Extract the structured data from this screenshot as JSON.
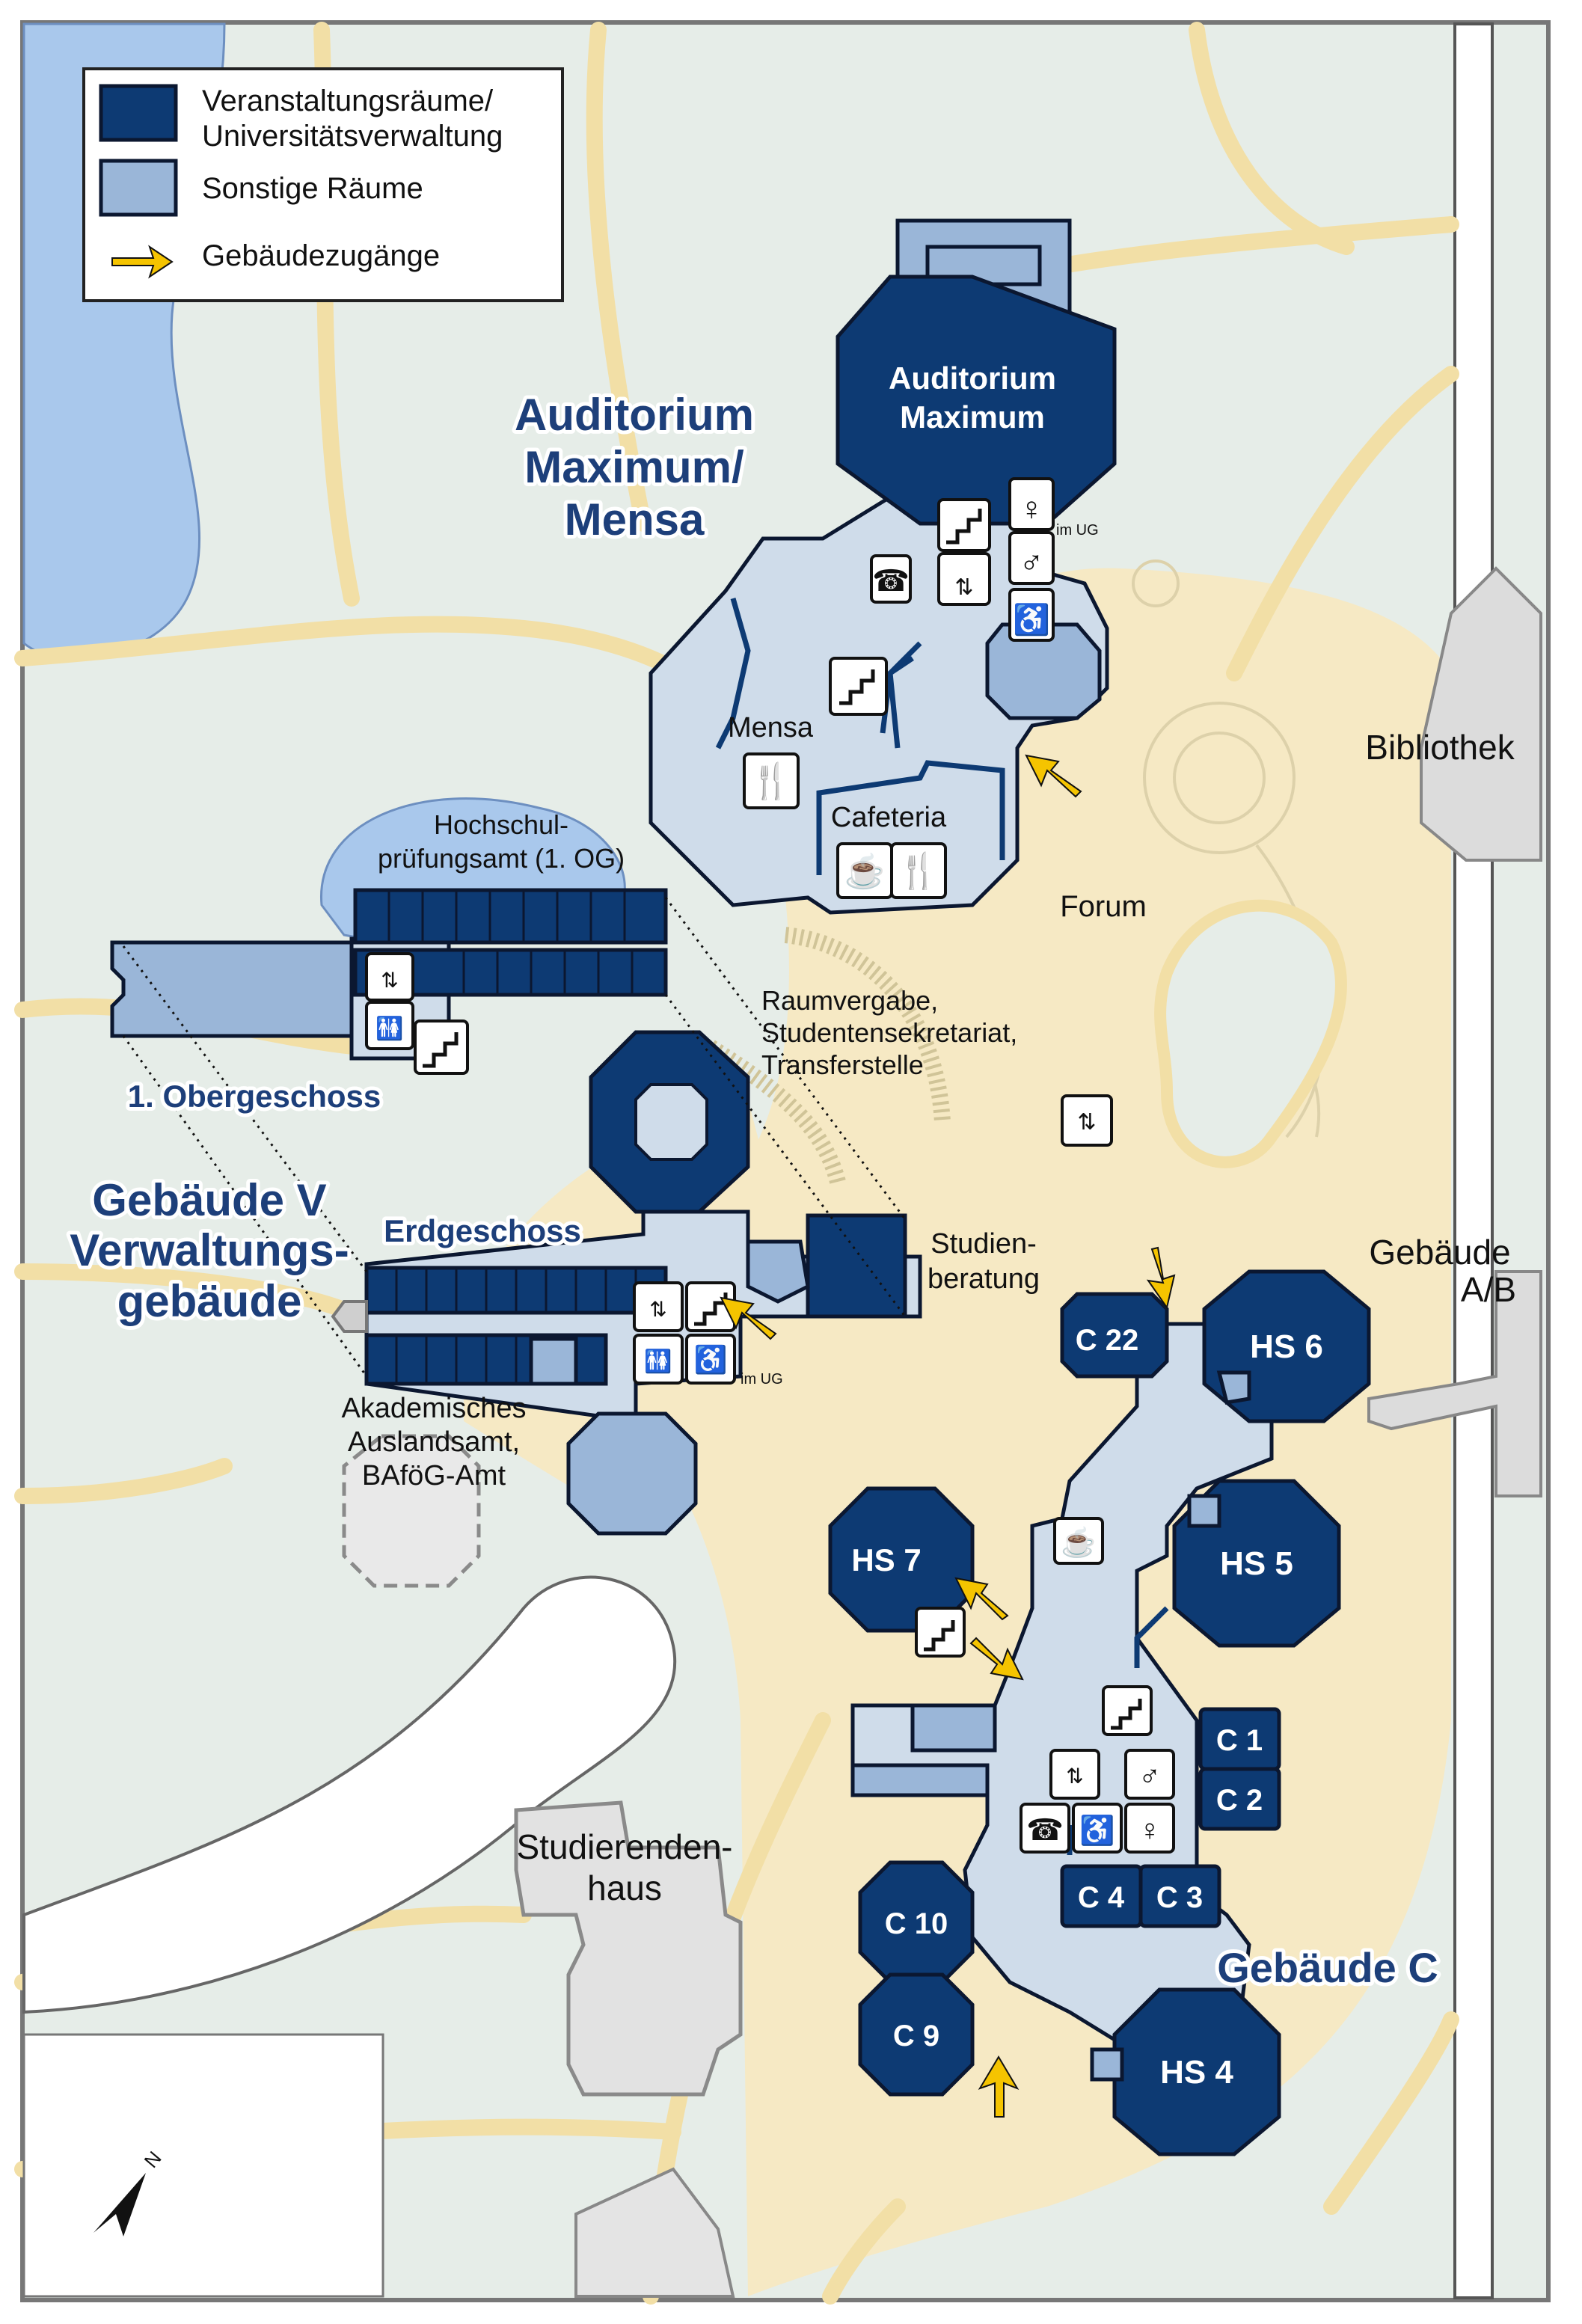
{
  "legend": {
    "items": [
      {
        "label": "Veranstaltungsräume/\nUniversitätsverwaltung",
        "color": "#0d3a73"
      },
      {
        "label": "Sonstige Räume",
        "color": "#9ab6d8"
      },
      {
        "label": "Gebäudezugänge",
        "color": "#f5c400"
      }
    ]
  },
  "buildings": {
    "audimax_title": [
      "Auditorium",
      "Maximum/",
      "Mensa"
    ],
    "audimax_hall": [
      "Auditorium",
      "Maximum"
    ],
    "gebaeude_v_title": [
      "Gebäude V",
      "Verwaltungs-",
      "gebäude"
    ],
    "gebaeude_c_title": "Gebäude C",
    "floor_og": "1. Obergeschoss",
    "floor_eg": "Erdgeschoss"
  },
  "places": {
    "mensa": "Mensa",
    "cafeteria": "Cafeteria",
    "forum": "Forum",
    "bibliothek": "Bibliothek",
    "gebaeude_ab": [
      "Gebäude",
      "A/B"
    ],
    "studierendenhaus": [
      "Studierenden-",
      "haus"
    ],
    "hochschulpruefungsamt": [
      "Hochschul-",
      "prüfungsamt (1. OG)"
    ],
    "raumvergabe": [
      "Raumvergabe,",
      "Studentensekretariat,",
      "Transferstelle"
    ],
    "studienberatung": [
      "Studien-",
      "beratung"
    ],
    "auslandsamt": [
      "Akademisches",
      "Auslandsamt,",
      "BAföG-Amt"
    ],
    "im_ug_1": "im UG",
    "im_ug_2": "im UG"
  },
  "rooms": {
    "hs6": "HS 6",
    "hs5": "HS 5",
    "hs7": "HS 7",
    "hs4": "HS 4",
    "c22": "C 22",
    "c1": "C 1",
    "c2": "C 2",
    "c3": "C 3",
    "c4": "C 4",
    "c9": "C 9",
    "c10": "C 10"
  },
  "icons": {
    "wc_label": "WC",
    "compass_label": "N"
  }
}
